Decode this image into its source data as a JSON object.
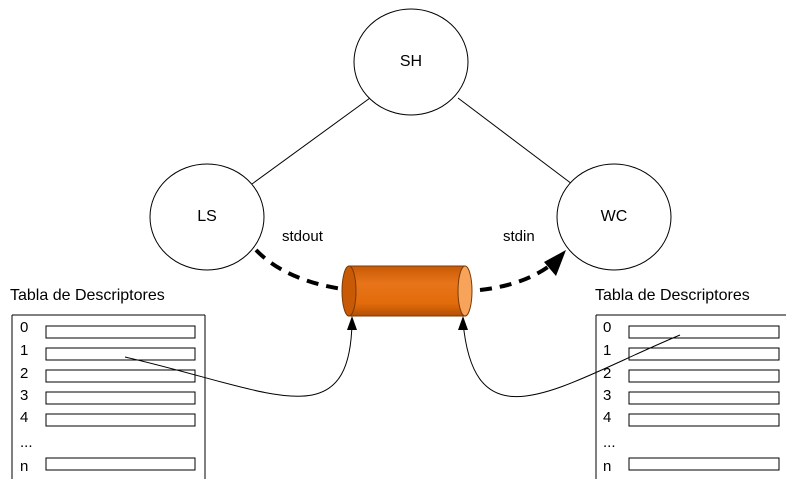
{
  "nodes": {
    "sh": "SH",
    "ls": "LS",
    "wc": "WC"
  },
  "labels": {
    "stdout": "stdout",
    "stdin": "stdin"
  },
  "tables": {
    "left": {
      "title": "Tabla de Descriptores",
      "rows": [
        "0",
        "1",
        "2",
        "3",
        "4",
        "...",
        "n"
      ]
    },
    "right": {
      "title": "Tabla de Descriptores",
      "rows": [
        "0",
        "1",
        "2",
        "3",
        "4",
        "...",
        "n"
      ]
    }
  },
  "colors": {
    "pipe_body": "#e26b0a",
    "pipe_end": "#f7a35a",
    "pipe_stroke": "#7a3a06",
    "line": "#000000"
  }
}
